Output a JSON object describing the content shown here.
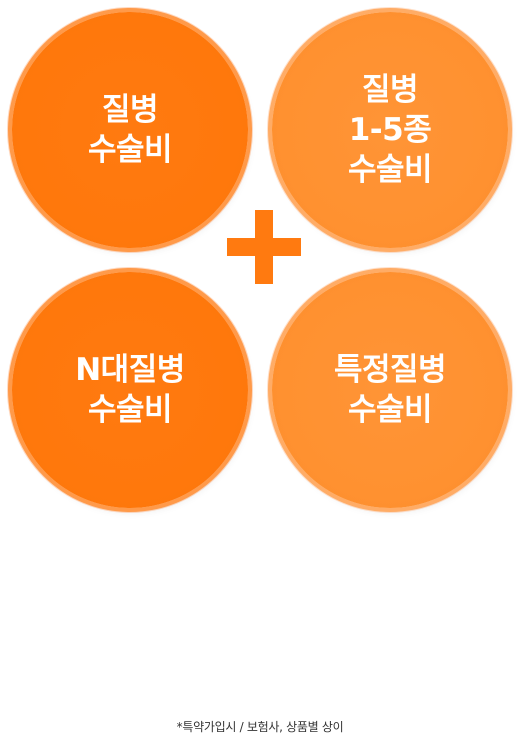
{
  "circles": [
    {
      "lines": [
        "질병",
        "수술비"
      ],
      "color": "#ff7a10"
    },
    {
      "lines": [
        "질병",
        "1-5종",
        "수술비"
      ],
      "color": "#ff9130"
    },
    {
      "lines": [
        "N대질병",
        "수술비"
      ],
      "color": "#ff7a10"
    },
    {
      "lines": [
        "특정질병",
        "수술비"
      ],
      "color": "#ff9130"
    }
  ],
  "plus_symbol_color": "#ff7a10",
  "footnote": "*특약가입시 /  보험사, 상품별 상이"
}
